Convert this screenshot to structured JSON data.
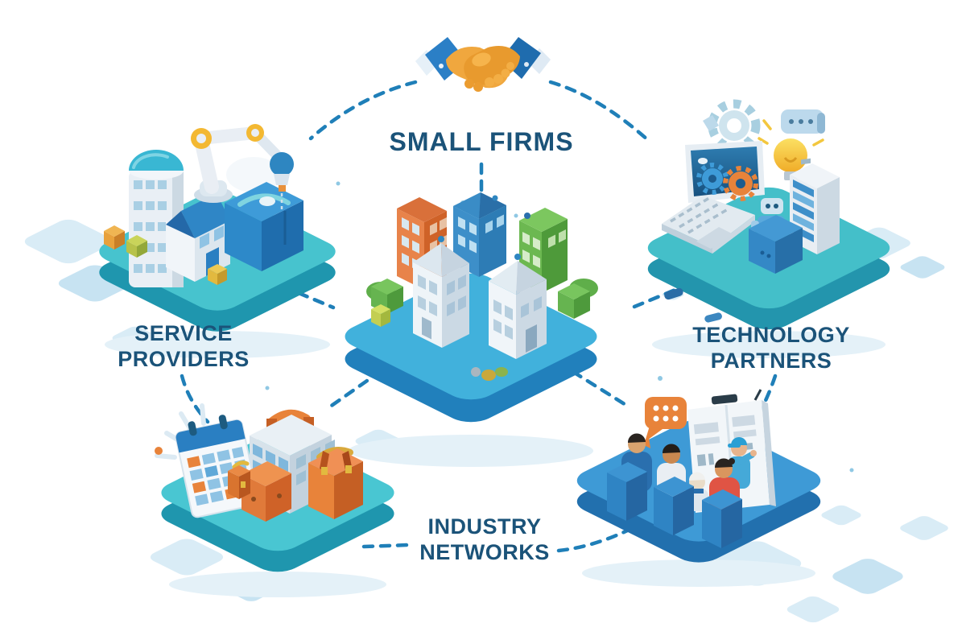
{
  "nodes": {
    "small_firms": {
      "label": "SMALL FIRMS"
    },
    "service_providers": {
      "label": "SERVICE PROVIDERS"
    },
    "technology_partners": {
      "label": "TECHNOLOGY PARTNERS"
    },
    "industry_networks": {
      "label": "INDUSTRY NETWORKS"
    }
  },
  "connections": [
    [
      "handshake-icon",
      "factory-platform"
    ],
    [
      "handshake-icon",
      "tech-platform"
    ],
    [
      "small-firms-label",
      "city-platform"
    ],
    [
      "city-platform",
      "factory-platform"
    ],
    [
      "city-platform",
      "tech-platform"
    ],
    [
      "city-platform",
      "office-platform"
    ],
    [
      "city-platform",
      "meeting-platform"
    ],
    [
      "service-providers-label",
      "office-platform"
    ],
    [
      "technology-partners-label",
      "meeting-platform"
    ],
    [
      "industry-networks-label",
      "office-platform"
    ],
    [
      "industry-networks-label",
      "meeting-platform"
    ]
  ],
  "icons": [
    "handshake-icon",
    "robot-arm-icon",
    "dome-tower-icon",
    "house-icon",
    "factory-box-icon",
    "laptop-icon",
    "gear-icon",
    "lightbulb-icon",
    "chat-device-icon",
    "server-rack-icon",
    "robot-icon",
    "city-buildings-icon",
    "calendar-icon",
    "suitcase-icon",
    "briefcase-icon",
    "speech-bubble-icon",
    "presentation-board-icon",
    "meeting-people-icon",
    "chairs-icon"
  ],
  "colors": {
    "background": "#ffffff",
    "label_text": "#1b5379",
    "connector": "#1f7fb8",
    "platform_teal": "#45c3ce",
    "platform_blue": "#3e9ad6",
    "accent_orange": "#e8833a",
    "accent_green": "#5ba946",
    "accent_yellow": "#f3c73e"
  }
}
